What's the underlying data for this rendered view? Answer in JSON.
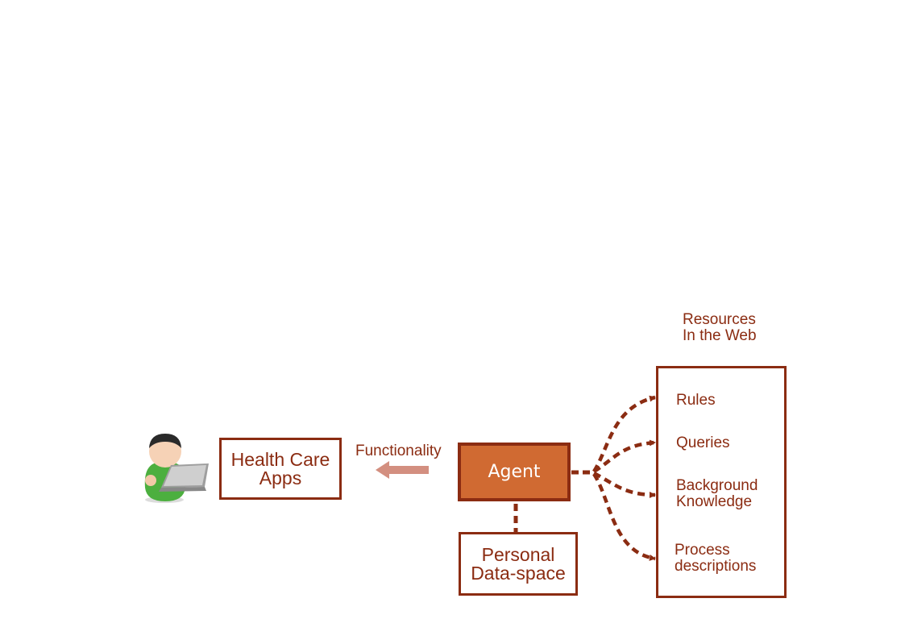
{
  "health_care_apps": [
    "Health Care",
    "Apps"
  ],
  "functionality_label": "Functionality",
  "agent_label": "Agent",
  "personal_dataspace": [
    "Personal",
    "Data-space"
  ],
  "resources_title": [
    "Resources",
    "In the Web"
  ],
  "resources": {
    "rules": [
      "Rules"
    ],
    "queries": [
      "Queries"
    ],
    "background_knowledge": [
      "Background",
      "Knowledge"
    ],
    "process_descriptions": [
      "Process",
      "descriptions"
    ]
  },
  "colors": {
    "primary": "#8b2c12",
    "agent_fill": "#d06a32",
    "arrow_fill": "#d38f80",
    "person_shirt": "#4caf3f",
    "laptop": "#b0b0b0"
  },
  "icons": {
    "user": "person-with-laptop-icon",
    "arrow": "left-arrow-icon"
  }
}
